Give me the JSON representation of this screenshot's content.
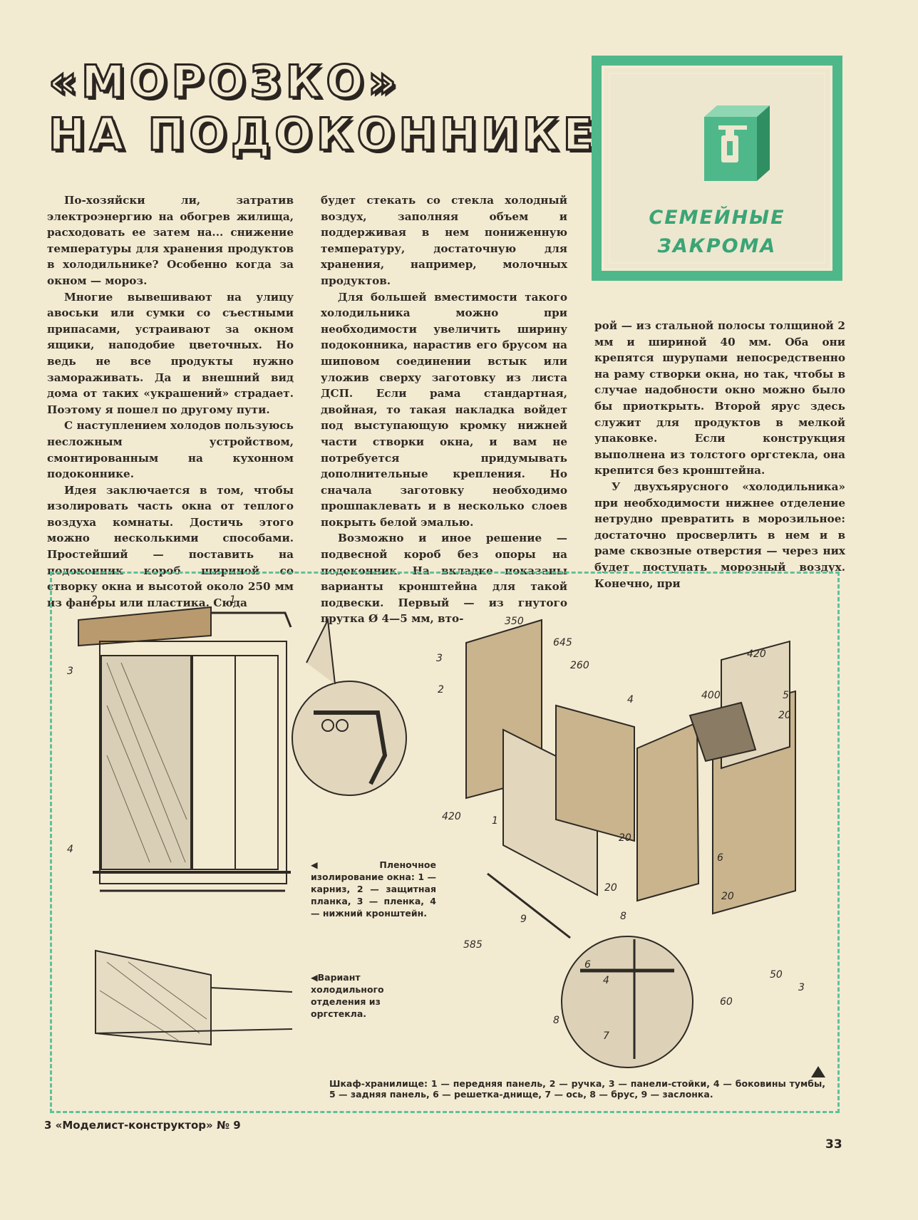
{
  "header": {
    "title_line1": "«МОРОЗКО»",
    "title_line2": "НА ПОДОКОННИКЕ"
  },
  "rubric": {
    "line1": "СЕМЕЙНЫЕ",
    "line2": "ЗАКРОМА",
    "color": "#4fb88a"
  },
  "columns": {
    "col1": [
      "По-хозяйски ли, затратив электроэнергию на обогрев жилища, расходовать ее затем на... снижение температуры для хранения продуктов в холодильнике? Особенно когда за окном — мороз.",
      "Многие вывешивают на улицу авоськи или сумки со съестными припасами, устраивают за окном ящики, наподобие цветочных. Но ведь не все продукты нужно замораживать. Да и внешний вид дома от таких «украшений» страдает. Поэтому я пошел по другому пути.",
      "С наступлением холодов пользуюсь несложным устройством, смонтированным на кухонном подоконнике.",
      "Идея заключается в том, чтобы изолировать часть окна от теплого воздуха комнаты. Достичь этого можно несколькими способами. Простейший — поставить на подоконник короб шириной со створку окна и высотой около 250 мм из фанеры или пластика. Сюда"
    ],
    "col2": [
      "будет стекать со стекла холодный воздух, заполняя объем и поддерживая в нем пониженную температуру, достаточную для хранения, например, молочных продуктов.",
      "Для большей вместимости такого холодильника можно при необходимости увеличить ширину подоконника, нарастив его брусом на шиповом соединении встык или уложив сверху заготовку из листа ДСП. Если рама стандартная, двойная, то такая накладка войдет под выступающую кромку нижней части створки окна, и вам не потребуется придумывать дополнительные крепления. Но сначала заготовку необходимо прошпаклевать и в несколько слоев покрыть белой эмалью.",
      "Возможно и иное решение — подвесной короб без опоры на подоконник. На вкладке показаны варианты кронштейна для такой подвески. Первый — из гнутого прутка Ø 4—5 мм, вто-"
    ],
    "col3_cont": "рой — из стальной полосы толщиной 2 мм и шириной 40 мм. Оба они крепятся шурупами непосредственно на раму створки окна, но так, чтобы в случае надобности окно можно было бы приоткрыть. Второй ярус здесь служит для продуктов в мелкой упаковке. Если конструкция выполнена из толстого оргстекла, она крепится без кронштейна.",
    "col3": [
      "У двухъярусного «холодильника» при необходимости нижнее отделение нетрудно превратить в морозильное: достаточно просверлить в нем и в раме сквозные отверстия — через них будет поступать морозный воздух. Конечно, при"
    ]
  },
  "figure": {
    "caption_film": "◀Пленочное изолирование окна: 1 — карниз, 2 — защитная планка, 3 — пленка, 4 — нижний кронштейн.",
    "caption_variant": "◀Вариант холодильного отделения из оргстекла.",
    "caption_shelf": "Шкаф-хранилище: 1 — передняя панель, 2 — ручка, 3 — панели-стойки, 4 — боковины тумбы, 5 — задняя панель, 6 — решетка-днище, 7 — ось, 8 — брус, 9 — заслонка.",
    "labels": {
      "n1": "1",
      "n2": "2",
      "n3": "3",
      "n4": "4",
      "n5": "5",
      "n6": "6",
      "n7": "7",
      "n8": "8",
      "n9": "9",
      "d350": "350",
      "d645": "645",
      "d260": "260",
      "d420": "420",
      "d420b": "420",
      "d400": "400",
      "d20": "20",
      "d585": "585",
      "d60": "60",
      "d50": "50"
    },
    "accent_color": "#5fc29a"
  },
  "footer": {
    "left": "3 «Моделист-конструктор» № 9",
    "page_number": "33"
  }
}
